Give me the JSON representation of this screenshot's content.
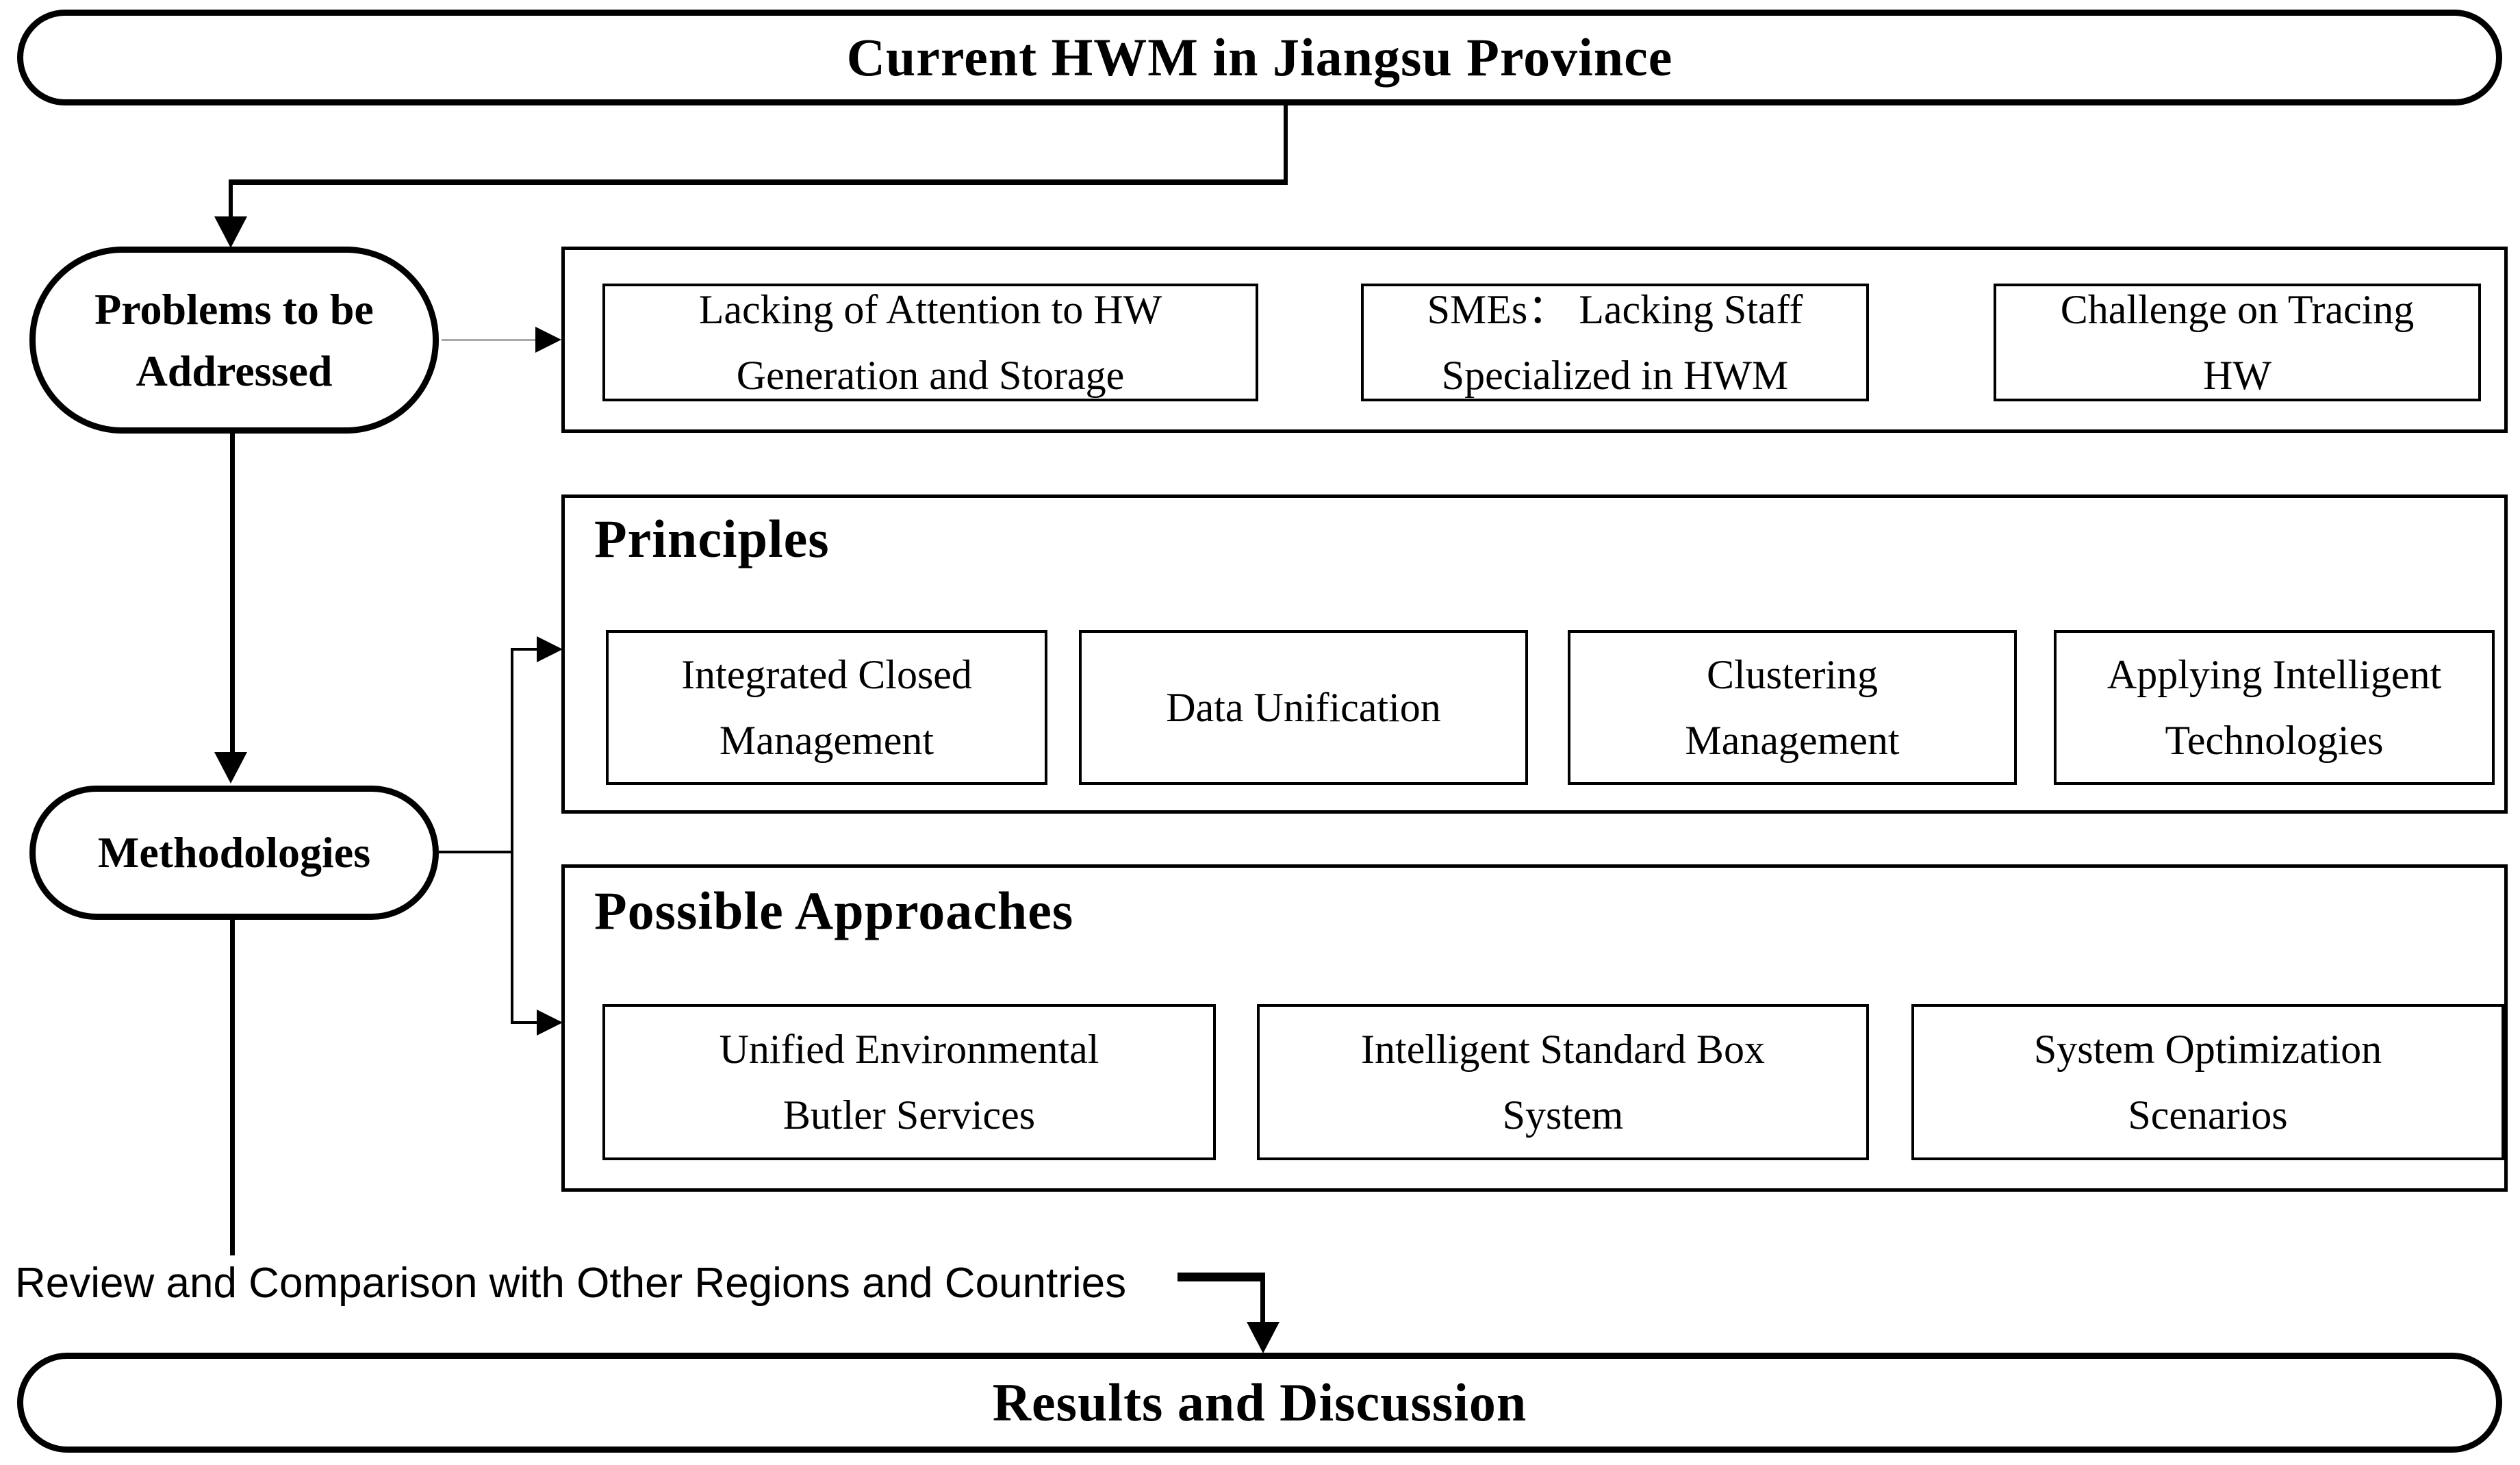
{
  "diagram": {
    "top_node": {
      "label": "Current HWM in Jiangsu Province"
    },
    "problems_node": {
      "label": "Problems to be\nAddressed"
    },
    "methodologies_node": {
      "label": "Methodologies"
    },
    "results_node": {
      "label": "Results and Discussion"
    },
    "problems_group": {
      "items": [
        "Lacking of Attention to HW\nGeneration and Storage",
        "SMEs： Lacking Staff\nSpecialized in HWM",
        "Challenge on Tracing\nHW"
      ]
    },
    "principles_group": {
      "heading": "Principles",
      "items": [
        "Integrated Closed\nManagement",
        "Data Unification",
        "Clustering\nManagement",
        "Applying Intelligent\nTechnologies"
      ]
    },
    "approaches_group": {
      "heading": "Possible Approaches",
      "items": [
        "Unified Environmental\nButler Services",
        "Intelligent Standard Box\nSystem",
        "System Optimization\nScenarios"
      ]
    },
    "review_label": "Review and Comparison with Other Regions and Countries",
    "colors": {
      "line": "#000000",
      "light_line": "#a8a8a8",
      "background": "#ffffff"
    }
  }
}
